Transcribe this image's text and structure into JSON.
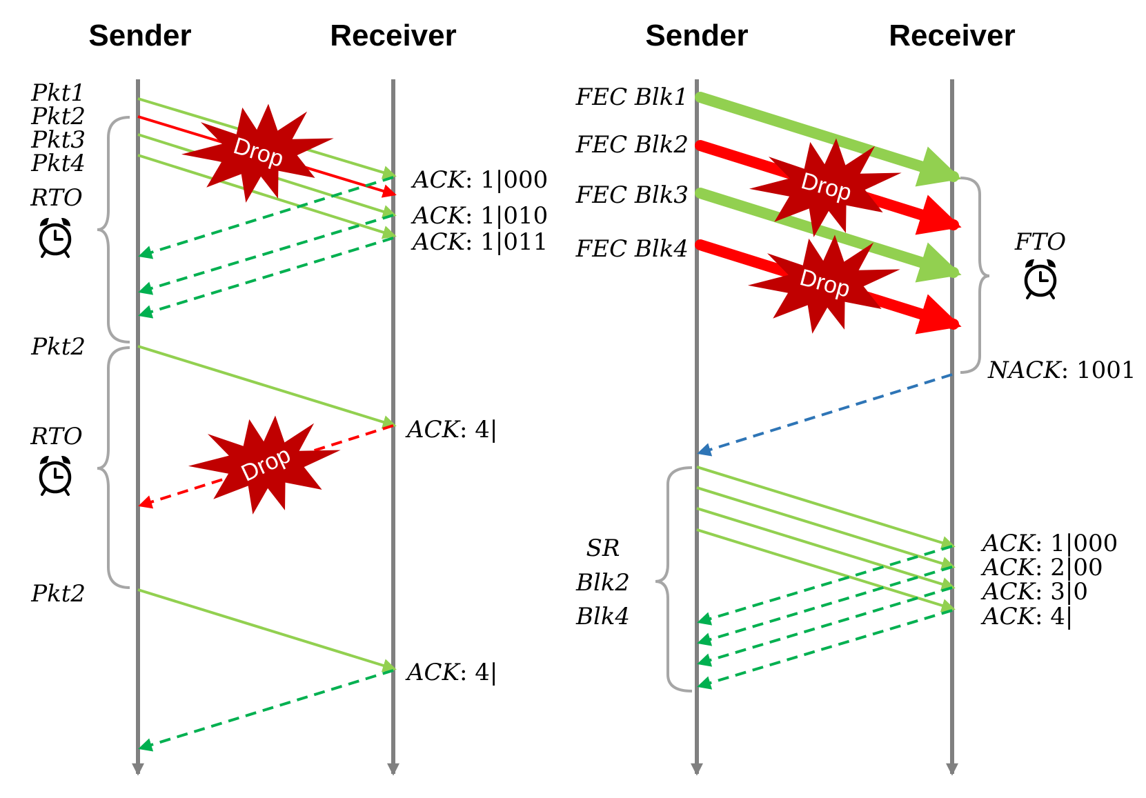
{
  "left": {
    "sender_title": "Sender",
    "receiver_title": "Receiver",
    "packets": [
      "Pkt1",
      "Pkt2",
      "Pkt3",
      "Pkt4"
    ],
    "rto_label": "RTO",
    "retx_label_1": "Pkt2",
    "retx_label_2": "Pkt2",
    "acks": [
      {
        "name": "ACK",
        "value": ": 1|000"
      },
      {
        "name": "ACK",
        "value": ": 1|010"
      },
      {
        "name": "ACK",
        "value": ": 1|011"
      },
      {
        "name": "ACK",
        "value": ": 4|"
      },
      {
        "name": "ACK",
        "value": ": 4|"
      }
    ],
    "drop_label": "Drop"
  },
  "right": {
    "sender_title": "Sender",
    "receiver_title": "Receiver",
    "blocks": [
      "FEC Blk1",
      "FEC Blk2",
      "FEC Blk3",
      "FEC Blk4"
    ],
    "fto_label": "FTO",
    "nack": {
      "name": "NACK",
      "value": ": 1001"
    },
    "sr_lines": [
      "SR",
      "Blk2",
      "Blk4"
    ],
    "acks": [
      {
        "name": "ACK",
        "value": ": 1|000"
      },
      {
        "name": "ACK",
        "value": ": 2|00"
      },
      {
        "name": "ACK",
        "value": ": 3|0"
      },
      {
        "name": "ACK",
        "value": ": 4|"
      }
    ],
    "drop_label": "Drop"
  },
  "colors": {
    "timeline": "#808080",
    "success": "#92d050",
    "loss": "#ff0000",
    "ack": "#00b050",
    "nack": "#2e75b6",
    "burst": "#c00000",
    "brace": "#a6a6a6"
  },
  "icons": [
    "alarm-clock-icon",
    "explosion-icon"
  ]
}
